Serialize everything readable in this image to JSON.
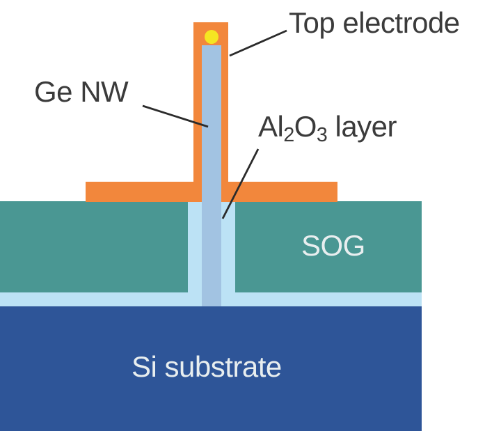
{
  "diagram": {
    "description": "Cross-section schematic of a Ge nanowire device",
    "labels": {
      "top_electrode": "Top electrode",
      "ge_nw": "Ge NW",
      "al2o3": {
        "base1": "Al",
        "sub1": "2",
        "base2": "O",
        "sub2": "3",
        "rest": " layer"
      },
      "sog": "SOG",
      "si_substrate": "Si substrate"
    },
    "layers": [
      {
        "name": "top-electrode",
        "color": "#F2873C"
      },
      {
        "name": "nanowire-tip-dot",
        "color": "#F5E622"
      },
      {
        "name": "ge-nanowire",
        "color": "#A2C3E2"
      },
      {
        "name": "al2o3-layer",
        "color": "#BCE2F5"
      },
      {
        "name": "sog-layer",
        "color": "#4A9793"
      },
      {
        "name": "si-substrate",
        "color": "#2E5598"
      }
    ],
    "colors": {
      "electrode_orange": "#F2873C",
      "tip_yellow": "#F5E622",
      "nanowire_blue": "#A2C3E2",
      "al2o3_lightblue": "#BCE2F5",
      "sog_teal": "#4A9793",
      "substrate_darkblue": "#2E5598",
      "label_dark": "#3B3B3B",
      "label_light": "#E8EEEF",
      "leader_line": "#2B2B2B"
    }
  }
}
